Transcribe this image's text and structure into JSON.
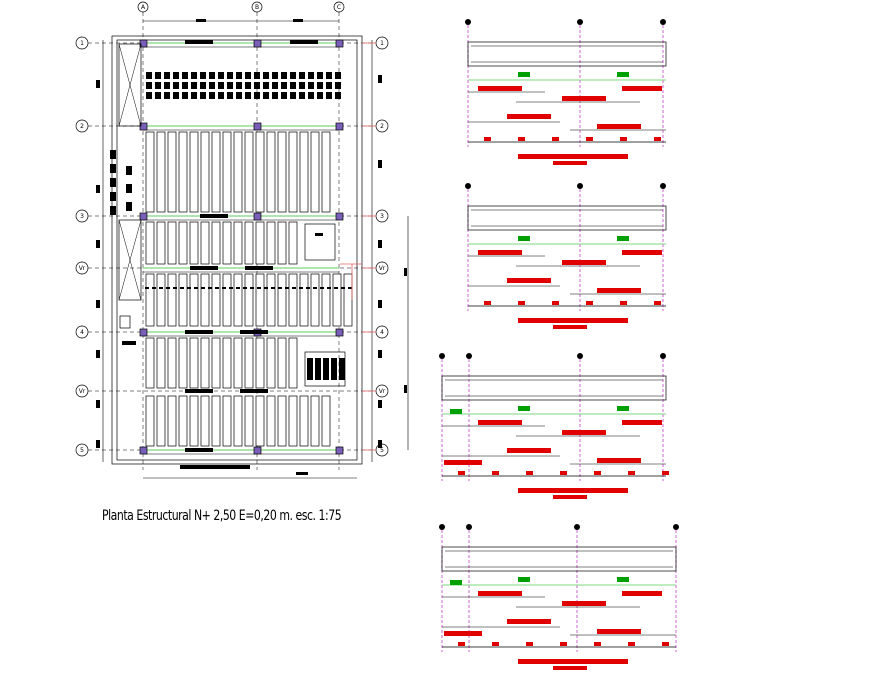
{
  "plan": {
    "title": "Planta Estructural N+ 2,50 E=0,20 m. esc. 1:75",
    "column_axes": [
      "A",
      "B",
      "C"
    ],
    "row_axes": [
      "1",
      "2",
      "3",
      "Vr",
      "4",
      "Vr",
      "5"
    ]
  },
  "beam_details": {
    "count": 4
  },
  "colors": {
    "line": "#000000",
    "green_line": "#7dd87d",
    "red_line": "#e06060",
    "red_text": "#e00000",
    "green_text": "#00a000",
    "magenta": "#b000b0",
    "column_fill": "#7a5fb8"
  }
}
